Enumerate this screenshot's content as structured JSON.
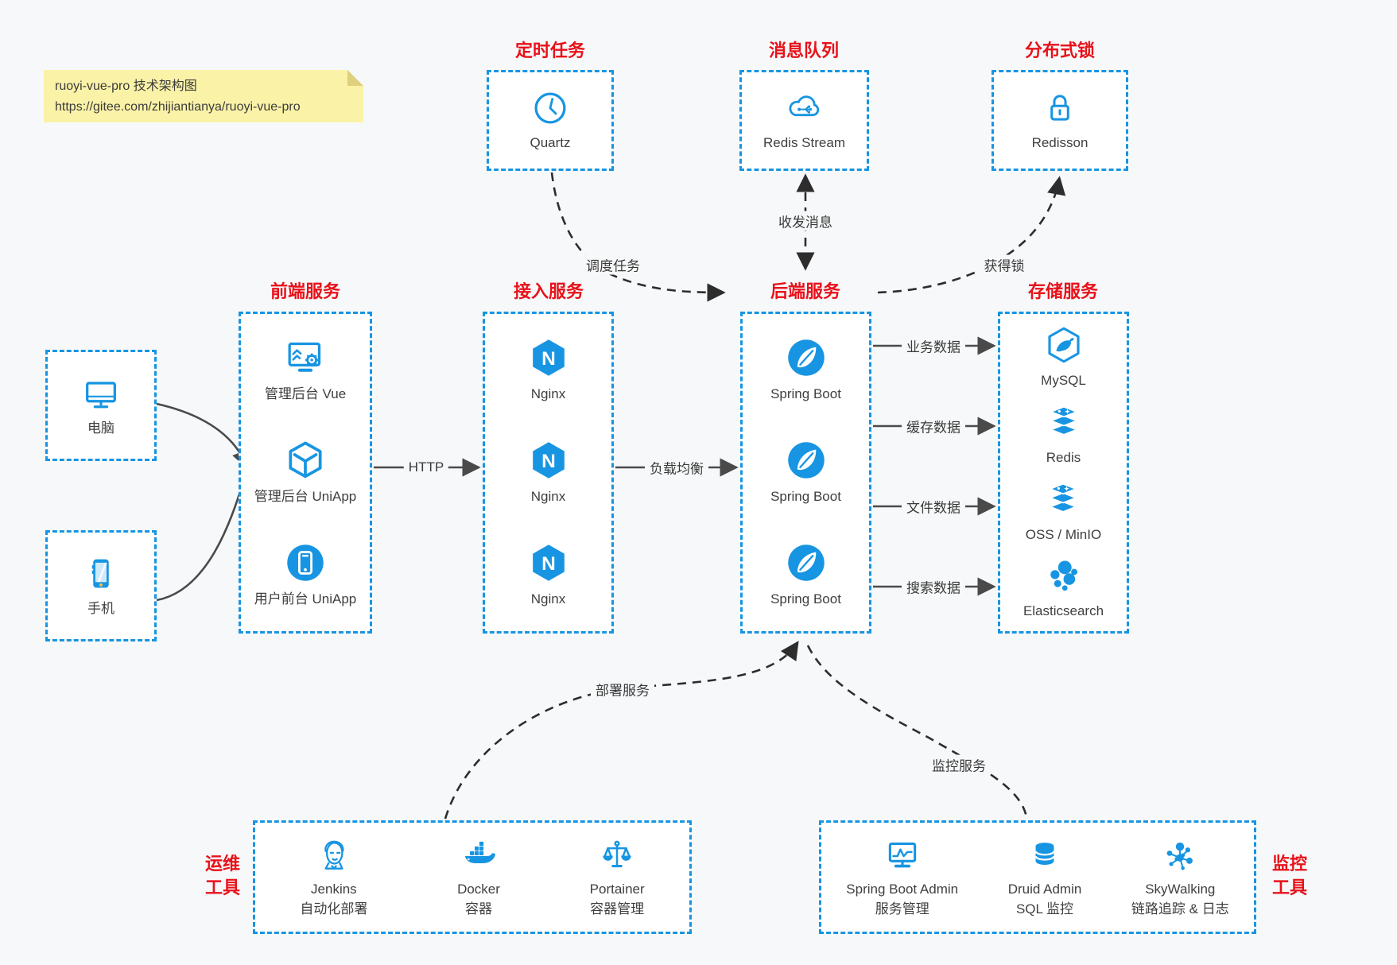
{
  "note": {
    "line1": "ruoyi-vue-pro 技术架构图",
    "line2": "https://gitee.com/zhijiantianya/ruoyi-vue-pro"
  },
  "colors": {
    "accent_blue": "#1795e2",
    "title_red": "#e8111a",
    "solid_arrow": "#4a4a4a",
    "dashed_arrow": "#2d2d2d",
    "note_yellow": "#faf2a7",
    "background": "#f7f8f9"
  },
  "groups": {
    "scheduled": {
      "title": "定时任务",
      "item": {
        "label": "Quartz",
        "icon": "clock-icon"
      }
    },
    "mq": {
      "title": "消息队列",
      "item": {
        "label": "Redis Stream",
        "icon": "cloud-network-icon"
      }
    },
    "lock": {
      "title": "分布式锁",
      "item": {
        "label": "Redisson",
        "icon": "lock-icon"
      }
    },
    "clients": {
      "computer": {
        "label": "电脑",
        "icon": "desktop-icon"
      },
      "phone": {
        "label": "手机",
        "icon": "smartphone-icon"
      }
    },
    "frontend": {
      "title": "前端服务",
      "items": [
        {
          "label": "管理后台 Vue",
          "icon": "admin-vue-icon"
        },
        {
          "label": "管理后台 UniApp",
          "icon": "cube-icon"
        },
        {
          "label": "用户前台 UniApp",
          "icon": "user-app-icon"
        }
      ]
    },
    "access": {
      "title": "接入服务",
      "items": [
        {
          "label": "Nginx",
          "icon": "nginx-icon"
        },
        {
          "label": "Nginx",
          "icon": "nginx-icon"
        },
        {
          "label": "Nginx",
          "icon": "nginx-icon"
        }
      ]
    },
    "backend": {
      "title": "后端服务",
      "items": [
        {
          "label": "Spring Boot",
          "icon": "spring-boot-icon"
        },
        {
          "label": "Spring Boot",
          "icon": "spring-boot-icon"
        },
        {
          "label": "Spring Boot",
          "icon": "spring-boot-icon"
        }
      ]
    },
    "storage": {
      "title": "存储服务",
      "items": [
        {
          "label": "MySQL",
          "icon": "mysql-icon"
        },
        {
          "label": "Redis",
          "icon": "redis-stack-icon"
        },
        {
          "label": "OSS / MinIO",
          "icon": "oss-stack-icon"
        },
        {
          "label": "Elasticsearch",
          "icon": "elasticsearch-icon"
        }
      ]
    },
    "ops": {
      "title_line1": "运维",
      "title_line2": "工具",
      "items": [
        {
          "label": "Jenkins",
          "sub": "自动化部署",
          "icon": "jenkins-icon"
        },
        {
          "label": "Docker",
          "sub": "容器",
          "icon": "docker-icon"
        },
        {
          "label": "Portainer",
          "sub": "容器管理",
          "icon": "portainer-icon"
        }
      ]
    },
    "monitoring": {
      "title_line1": "监控",
      "title_line2": "工具",
      "items": [
        {
          "label": "Spring Boot Admin",
          "sub": "服务管理",
          "icon": "spring-boot-admin-icon"
        },
        {
          "label": "Druid Admin",
          "sub": "SQL 监控",
          "icon": "druid-database-icon"
        },
        {
          "label": "SkyWalking",
          "sub": "链路追踪 & 日志",
          "icon": "skywalking-icon"
        }
      ]
    }
  },
  "edges": {
    "http": "HTTP",
    "load_balance": "负载均衡",
    "biz_data": "业务数据",
    "cache_data": "缓存数据",
    "file_data": "文件数据",
    "search_data": "搜索数据",
    "schedule": "调度任务",
    "messaging": "收发消息",
    "acquire_lock": "获得锁",
    "deploy": "部署服务",
    "monitor": "监控服务"
  }
}
